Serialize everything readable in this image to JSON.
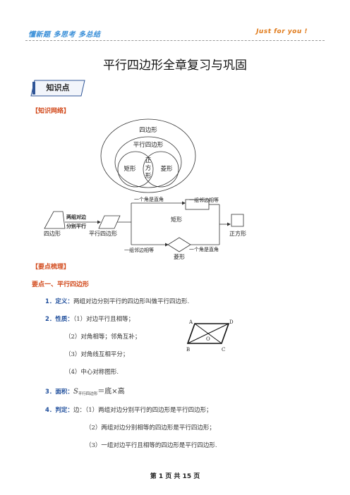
{
  "header": {
    "slogan": "懂新题 多思考 多总结",
    "motto": "Just for you !"
  },
  "title": "平行四边形全章复习与巩固",
  "badge": "知识点",
  "sections": {
    "network": "【知识网络】",
    "summary": "【要点梳理】"
  },
  "venn": {
    "outer": "四边形",
    "middle": "平行四边形",
    "left": "矩形",
    "center": [
      "正",
      "方",
      "形"
    ],
    "right": "菱形"
  },
  "flow": {
    "quad": "四边形",
    "cond1": [
      "两组对边",
      "分别平行"
    ],
    "para": "平行四边形",
    "top_cond": "一个角是直角",
    "bottom_cond": "一组邻边相等",
    "rect": "矩形",
    "rhombus": "菱形",
    "rect_cond": "一组邻边相等",
    "rhombus_cond": "一个角是直角",
    "square": "正方形"
  },
  "point1": {
    "heading": "要点一、平行四边形",
    "definition": {
      "num": "1．",
      "label": "定义：",
      "text": "两组对边分别平行的四边形叫做平行四边形."
    },
    "properties": {
      "num": "2．",
      "label": "性质：",
      "items": [
        "（1）对边平行且相等；",
        "（2）对角相等；邻角互补；",
        "（3）对角线互相平分；",
        "（4）中心对称图形."
      ]
    },
    "area": {
      "num": "3．",
      "label": "面积：",
      "symbol": "S",
      "sub": "平行四边形",
      "eq": "＝底×高"
    },
    "criteria": {
      "num": "4．",
      "label": "判定：",
      "prefix": "边：",
      "items": [
        "（1）两组对边分别平行的四边形是平行四边形；",
        "（2）两组对边分别相等的四边形是平行四边形；",
        "（3）一组对边平行且相等的四边形是平行四边形."
      ]
    }
  },
  "figure": {
    "A": "A",
    "D": "D",
    "O": "O",
    "B": "B",
    "C": "C"
  },
  "footer": "第 1 页 共 15 页"
}
